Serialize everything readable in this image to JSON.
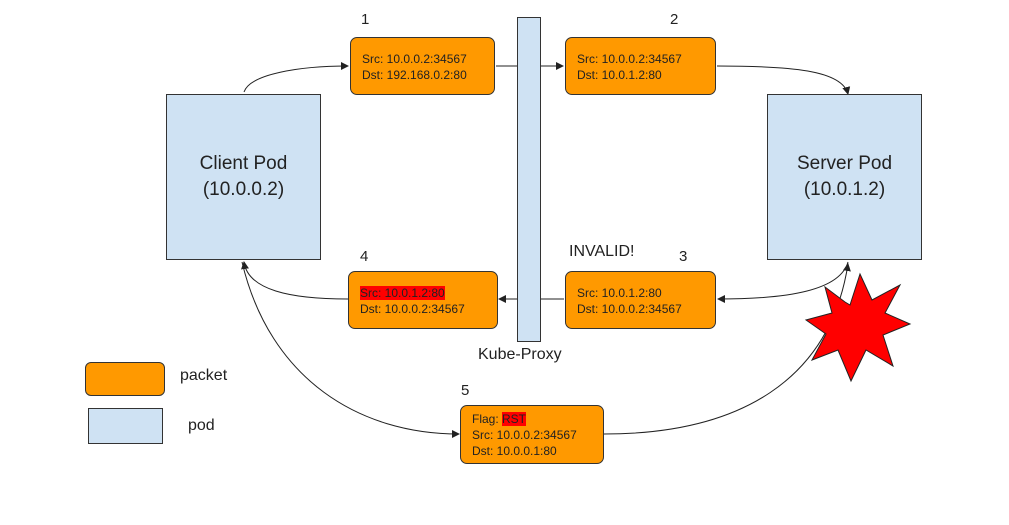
{
  "colors": {
    "packet": "#ff9900",
    "pod": "#cfe2f3",
    "highlight": "#ff0000",
    "explosion": "#ff0000"
  },
  "client_pod": {
    "name": "Client Pod",
    "ip": "(10.0.0.2)"
  },
  "server_pod": {
    "name": "Server Pod",
    "ip": "(10.0.1.2)"
  },
  "kube_proxy": {
    "label": "Kube-Proxy"
  },
  "invalid_label": "INVALID!",
  "packets": {
    "p1": {
      "number": "1",
      "src": "Src: 10.0.0.2:34567",
      "dst": "Dst: 192.168.0.2:80"
    },
    "p2": {
      "number": "2",
      "src": "Src: 10.0.0.2:34567",
      "dst": "Dst: 10.0.1.2:80"
    },
    "p3": {
      "number": "3",
      "src": "Src: 10.0.1.2:80",
      "dst": "Dst: 10.0.0.2:34567"
    },
    "p4": {
      "number": "4",
      "src": "Src: 10.0.1.2:80",
      "dst": "Dst: 10.0.0.2:34567"
    },
    "p5": {
      "number": "5",
      "flag_prefix": "Flag: ",
      "flag": "RST",
      "src": "Src: 10.0.0.2:34567",
      "dst": "Dst: 10.0.0.1:80"
    }
  },
  "legend": {
    "packet": "packet",
    "pod": "pod"
  },
  "icons": {
    "explosion": "explosion-icon"
  }
}
